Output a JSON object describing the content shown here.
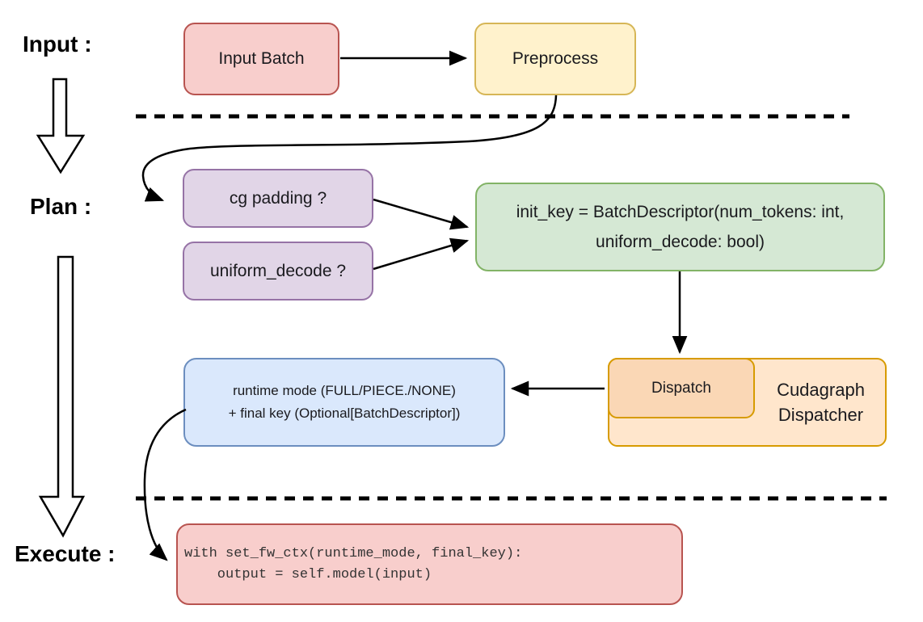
{
  "labels": {
    "input": "Input :",
    "plan": "Plan :",
    "execute": "Execute :"
  },
  "nodes": {
    "input_batch": {
      "label": "Input Batch"
    },
    "preprocess": {
      "label": "Preprocess"
    },
    "cg_padding": {
      "label": "cg padding ?"
    },
    "uniform_decode": {
      "label": "uniform_decode ?"
    },
    "init_key": {
      "line1": "init_key = BatchDescriptor(num_tokens: int,",
      "line2": "uniform_decode: bool)"
    },
    "dispatch": {
      "label": "Dispatch"
    },
    "cudagraph_dispatcher": {
      "line1": "Cudagraph",
      "line2": "Dispatcher"
    },
    "runtime_key": {
      "line1": "runtime mode (FULL/PIECE./NONE)",
      "line2": "+ final key (Optional[BatchDescriptor])"
    },
    "execute_code": {
      "line1": "with set_fw_ctx(runtime_mode, final_key):",
      "line2": "    output = self.model(input)"
    }
  },
  "colors": {
    "red_fill": "#f8cecc",
    "red_stroke": "#b85450",
    "yellow_fill": "#fff2cc",
    "yellow_stroke": "#d6b656",
    "purple_fill": "#e1d5e7",
    "purple_stroke": "#9673a6",
    "green_fill": "#d5e8d4",
    "green_stroke": "#82b366",
    "orange_fill": "#ffe6cc",
    "orange_stroke": "#d79b00",
    "dispatch_fill": "#fad7b5",
    "blue_fill": "#dae8fc",
    "blue_stroke": "#6c8ebf",
    "line_color": "#000000"
  }
}
